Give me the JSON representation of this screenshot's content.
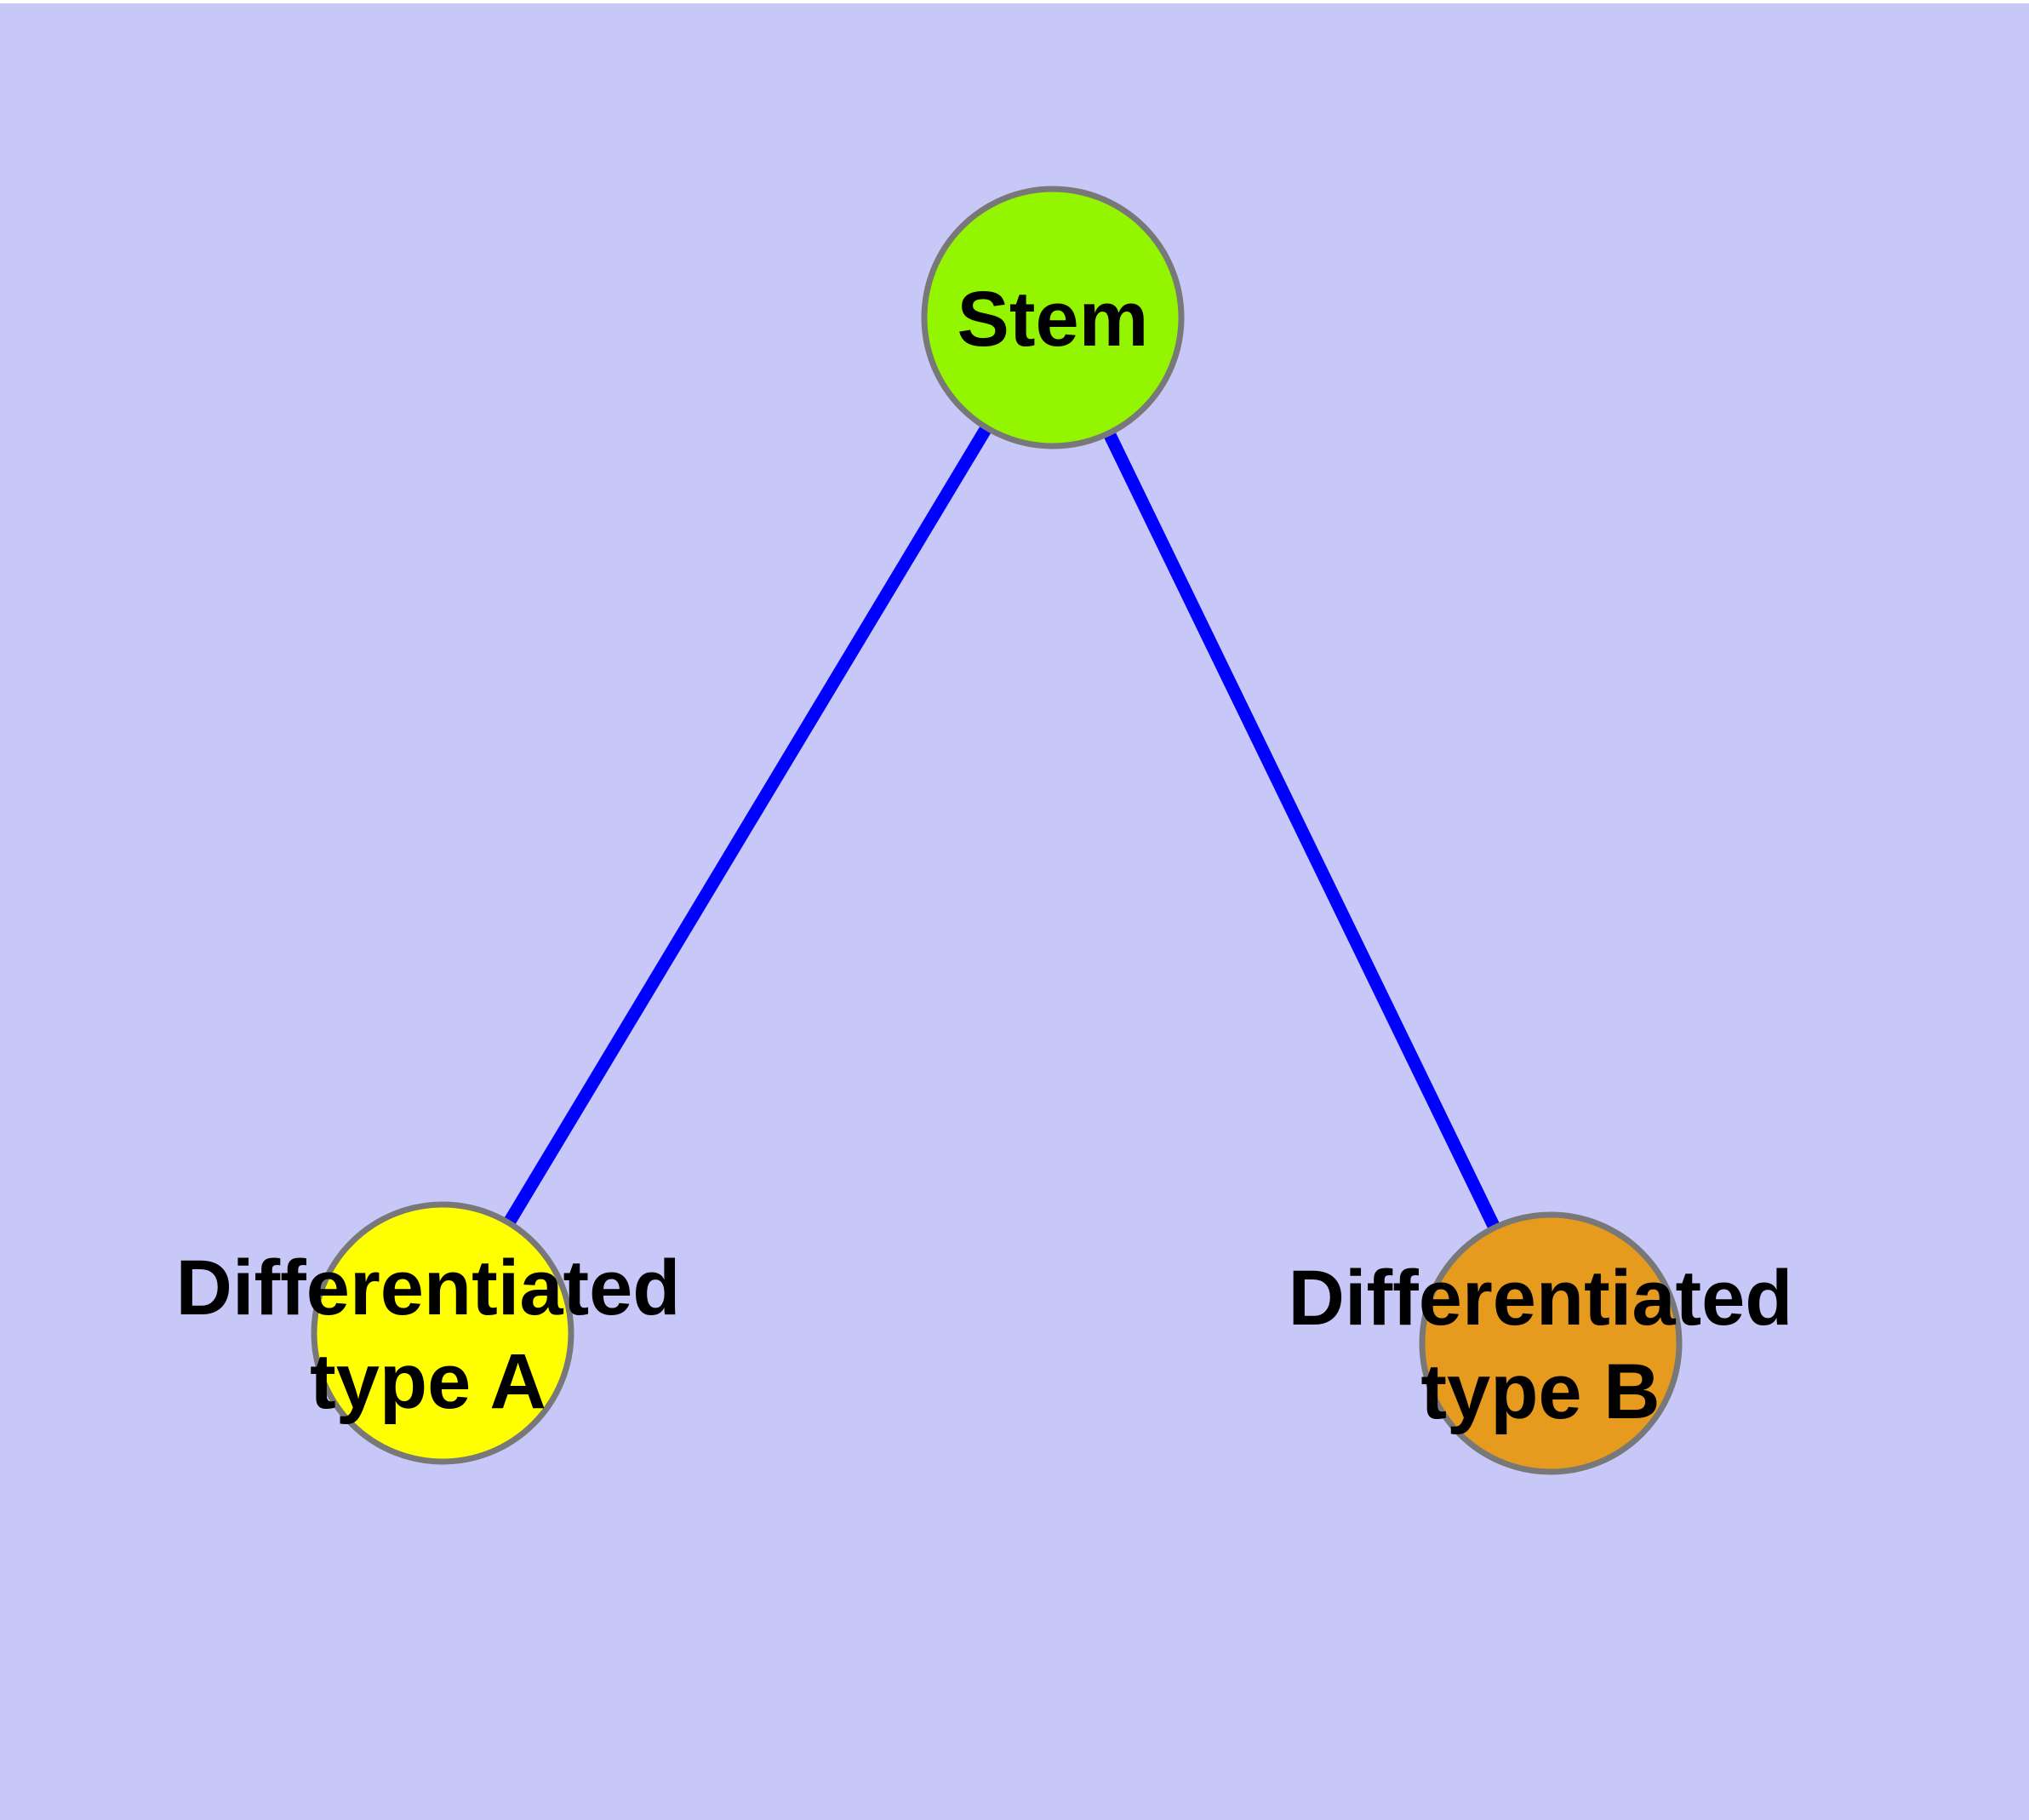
{
  "diagram": {
    "title": "stem-cell-differentiation-graph",
    "background_color": "#C8C8F8",
    "top_strip_color": "#FFFFFF",
    "edge_color": "#0000FF",
    "node_border_color": "#787878",
    "label_color": "#000000",
    "nodes": [
      {
        "id": "stem",
        "label": "Stem",
        "fill": "#94F500"
      },
      {
        "id": "differentiated-type-a",
        "label_line1": "Differentiated",
        "label_line2": "type A",
        "fill": "#FFFF00"
      },
      {
        "id": "differentiated-type-b",
        "label_line1": "Differentiated",
        "label_line2": "type B",
        "fill": "#E69A1E"
      }
    ],
    "edges": [
      {
        "from": "stem",
        "to": "differentiated-type-a"
      },
      {
        "from": "stem",
        "to": "differentiated-type-b"
      }
    ]
  }
}
